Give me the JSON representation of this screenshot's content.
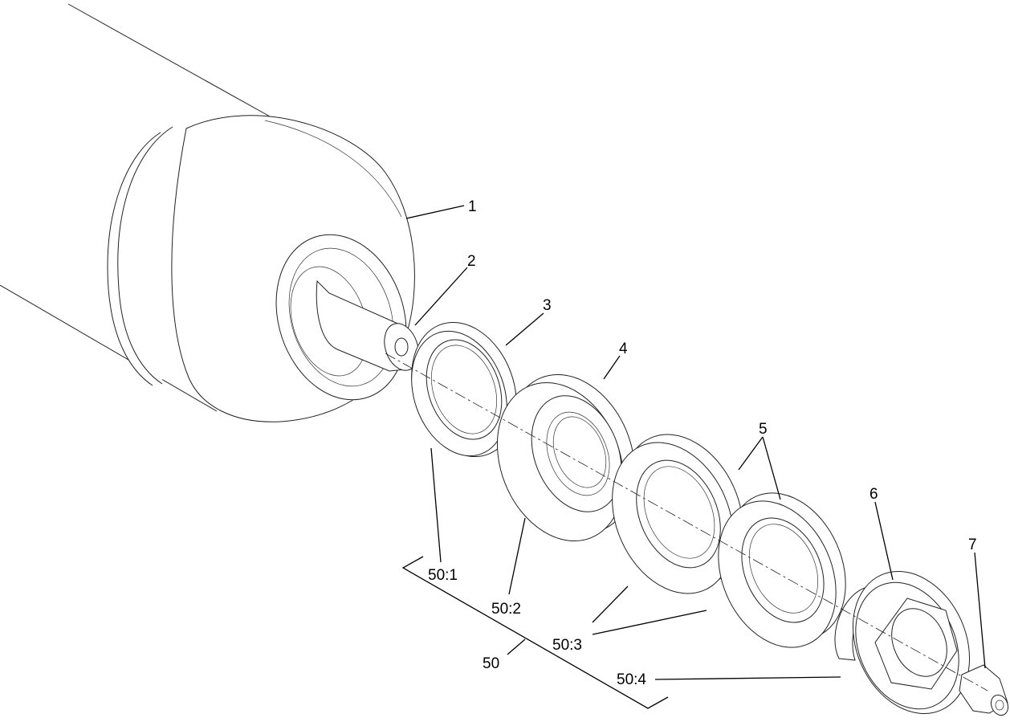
{
  "callouts": {
    "c1": "1",
    "c2": "2",
    "c3": "3",
    "c4": "4",
    "c5": "5",
    "c6": "6",
    "c7": "7",
    "c50_1": "50:1",
    "c50_2": "50:2",
    "c50_3": "50:3",
    "c50_4": "50:4",
    "c50": "50"
  }
}
